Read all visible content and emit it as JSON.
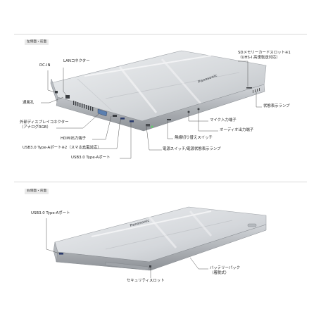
{
  "sections": {
    "left_front": "左側面・前面",
    "right_back": "右側面・背面"
  },
  "brand_text": "Panasonic",
  "callouts": {
    "dc_in": "DC-IN",
    "lan": "LANコネクター",
    "vent": "通風孔",
    "vga_line1": "外部ディスプレイコネクター",
    "vga_line2": "（アナログRGB）",
    "hdmi": "HDMI出力端子",
    "usb_charge": "USB3.0 Type-Aポート※2（スマホ充電対応）",
    "usb_a": "USB3.0 Type-Aポート",
    "power_switch": "電源スイッチ/電源状態表示ランプ",
    "wireless_switch": "無線切り替えスイッチ",
    "mic": "マイク入力端子",
    "audio": "オーディオ出力端子",
    "sd_line1": "SDメモリーカードスロット※1",
    "sd_line2": "（UHS-I 高速転送対応）",
    "status_lamp": "状態表示ランプ",
    "usb_right": "USB3.0 Type-Aポート",
    "security": "セキュリティスロット",
    "battery_line1": "バッテリーパック",
    "battery_line2": "（着脱式）"
  },
  "colors": {
    "lid_light": "#e4e6e8",
    "lid_mid": "#c9ccd0",
    "lid_dark": "#9ea2a7",
    "base_edge": "#8c9095",
    "port_dark": "#3a3d41",
    "power_led": "#5fd06a",
    "leader": "#444444"
  }
}
